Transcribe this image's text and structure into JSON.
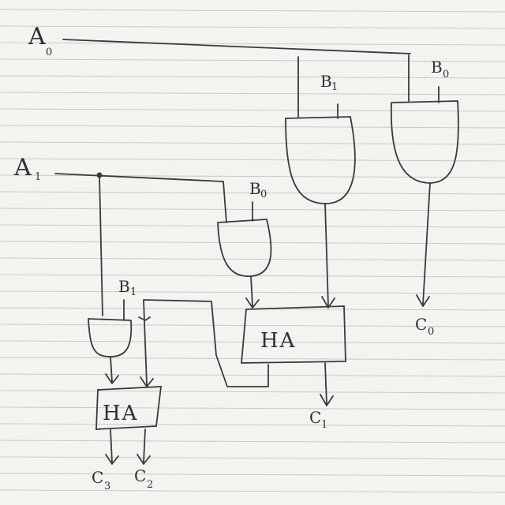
{
  "inputs": {
    "a0": {
      "letter": "A",
      "index": "0"
    },
    "a1": {
      "letter": "A",
      "index": "1"
    },
    "b1_top": {
      "letter": "B",
      "index": "1"
    },
    "b0_top": {
      "letter": "B",
      "index": "0"
    },
    "b0_mid": {
      "letter": "B",
      "index": "0"
    },
    "b1_low": {
      "letter": "B",
      "index": "1"
    }
  },
  "blocks": {
    "ha_right": "HA",
    "ha_left": "HA"
  },
  "outputs": {
    "c0": {
      "letter": "C",
      "index": "0"
    },
    "c1": {
      "letter": "C",
      "index": "1"
    },
    "c2": {
      "letter": "C",
      "index": "2"
    },
    "c3": {
      "letter": "C",
      "index": "3"
    }
  }
}
